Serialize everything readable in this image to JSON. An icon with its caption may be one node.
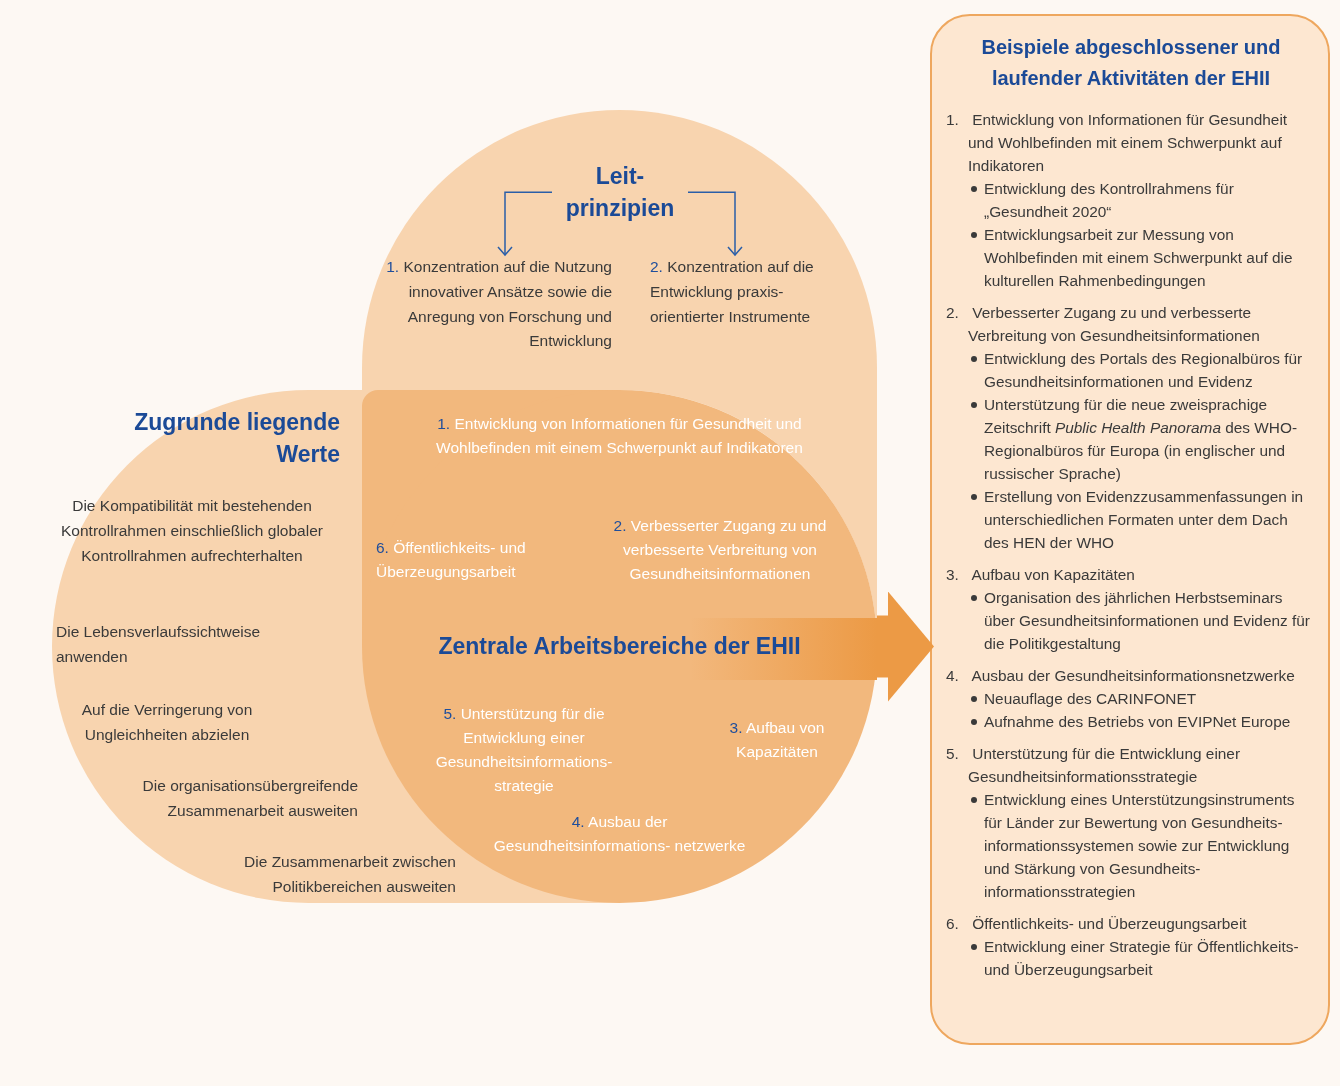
{
  "diagram": {
    "nodes": [
      {
        "text": [],
        "shape": "box"
      },
      {
        "text": [
          "Leit- prinzipien"
        ],
        "in": 0
      },
      {
        "text": [
          "1. Konzentration auf die Nutzung innovativer Ansätze sowie die Anregung von Forschung und Entwicklung"
        ],
        "in": 0
      },
      {
        "text": [
          "2. Konzentration auf die Entwicklung praxis- orientierter Instrumente"
        ],
        "in": 0
      },
      {
        "text": [
          "Zugrunde liegende Werte",
          "Die Kompatibilität mit bestehenden Kontrollrahmen einschließlich globaler Kontrollrahmen aufrechterhalten",
          "Die Lebensverlaufssichtweise anwenden",
          "Auf die Verringerung von Ungleichheiten abzielen",
          "Die organisationsübergreifende Zusammenarbeit ausweiten",
          "Die Zusammenarbeit zwischen Politikbereichen ausweiten"
        ]
      },
      {
        "text": [
          "1. Entwicklung von Informationen für Gesundheit und Wohlbefinden mit einem Schwerpunkt auf Indikatoren",
          "6. Öffentlichkeits- und Überzeugungsarbeit",
          "2. Verbesserter Zugang zu und verbesserte Verbreitung von Gesundheitsinformationen",
          "Zentrale Arbeitsbereiche der EHII",
          "5. Unterstützung für die Entwicklung einer Gesundheitsinformations- strategie",
          "3. Aufbau von Kapazitäten",
          "4. Ausbau der Gesundheitsinformations- netzwerke"
        ]
      },
      {
        "text": [
          "Beispiele abgeschlossener und laufender Aktivitäten der EHII",
          "1. Entwicklung von Informationen für Gesundheit und Wohlbefinden mit einem Schwerpunkt auf Indikatoren",
          "Entwicklung des Kontrollrahmens für „Gesundheit 2020“",
          "Entwicklungsarbeit zur Messung von Wohlbefinden mit einem Schwerpunkt auf die kulturellen Rahmenbedingungen",
          "2. Verbesserter Zugang zu und verbesserte Verbreitung von Gesundheitsinformationen",
          "Entwicklung des Portals des Regionalbüros für Gesundheitsinformationen und Evidenz",
          "Unterstützung für die neue zweisprachige Zeitschrift *Public Health Panorama* des WHO-Regionalbüros für Europa (in englischer und russischer Sprache)",
          "Erstellung von Evidenzzusammenfassungen in unterschiedlichen Formaten unter dem Dach des HEN der WHO",
          "3. Aufbau von Kapazitäten",
          "Organisation des jährlichen Herbstseminars über Gesundheitsinformationen und Evidenz für die Politikgestaltung",
          "4. Ausbau der Gesundheitsinformationsnetzwerke",
          "Neuauflage des CARINFONET",
          "Aufnahme des Betriebs von EVIPNet Europe",
          "5. Unterstützung für die Entwicklung einer Gesundheitsinformationsstrategie",
          "Entwicklung eines Unterstützungsinstruments für Länder zur Bewertung von Gesundheits- informationssystemen sowie zur Entwicklung und Stärkung von Gesundheits- informationsstrategien",
          "6. Öffentlichkeits- und Überzeugungsarbeit",
          "Entwicklung einer Strategie für Öffentlichkeits- und Überzeugungsarbeit"
        ]
      }
    ],
    "edges": [
      {
        "from": 1,
        "to": 2,
        "arrow": "to"
      },
      {
        "from": 1,
        "to": 3,
        "arrow": "to"
      },
      {
        "from": 5,
        "to": 6,
        "arrow": "to",
        "style": "thick",
        "color": "#ec9a45"
      }
    ]
  }
}
